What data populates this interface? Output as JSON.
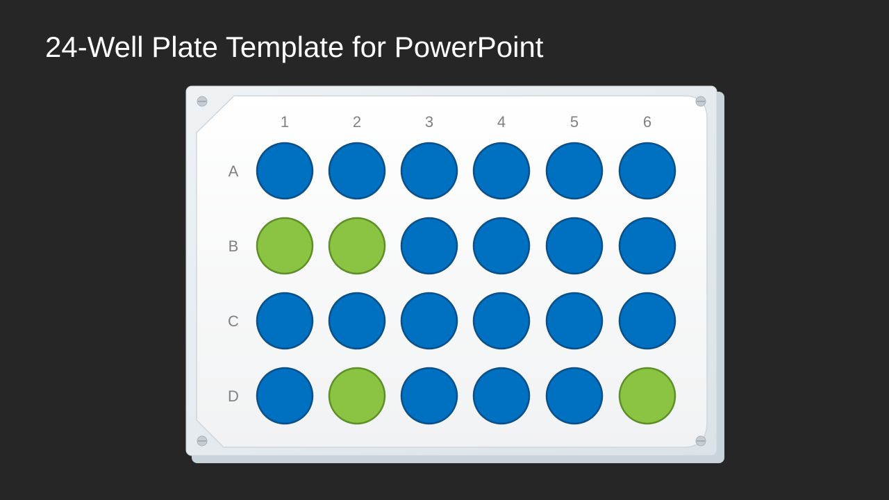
{
  "title": "24-Well Plate Template for PowerPoint",
  "colors": {
    "background": "#262626",
    "plate_outer": "#e6ecf0",
    "plate_inner": "#ffffff",
    "well_blue": "#0070c0",
    "well_blue_stroke": "#0a4f8a",
    "well_green": "#8bc443",
    "well_green_stroke": "#5e8f27",
    "label": "#808080"
  },
  "plate": {
    "columns": [
      "1",
      "2",
      "3",
      "4",
      "5",
      "6"
    ],
    "rows": [
      "A",
      "B",
      "C",
      "D"
    ],
    "wells": [
      [
        "blue",
        "blue",
        "blue",
        "blue",
        "blue",
        "blue"
      ],
      [
        "green",
        "green",
        "blue",
        "blue",
        "blue",
        "blue"
      ],
      [
        "blue",
        "blue",
        "blue",
        "blue",
        "blue",
        "blue"
      ],
      [
        "blue",
        "green",
        "blue",
        "blue",
        "blue",
        "green"
      ]
    ]
  }
}
